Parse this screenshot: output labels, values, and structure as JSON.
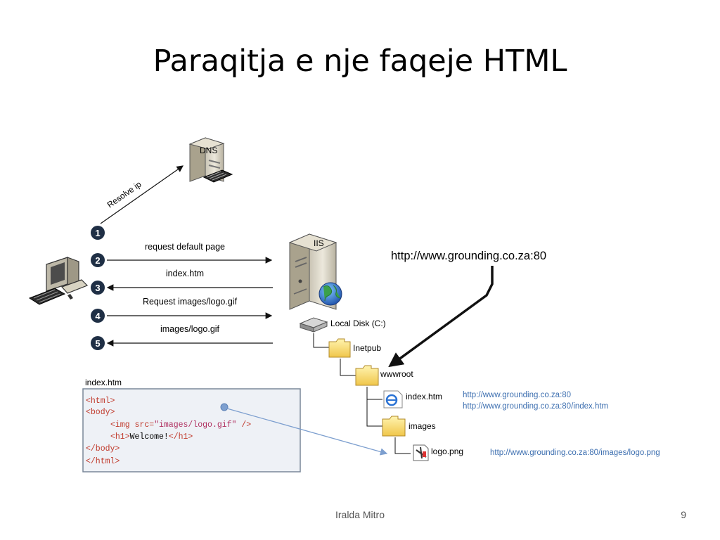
{
  "slide": {
    "title": "Paraqitja e nje faqeje HTML",
    "author": "Iralda Mitro",
    "page_number": "9"
  },
  "dns": {
    "label": "DNS",
    "arrow_label": "Resolve ip"
  },
  "iis": {
    "label": "IIS"
  },
  "steps": [
    {
      "number": "1",
      "label": ""
    },
    {
      "number": "2",
      "label": "request default page"
    },
    {
      "number": "3",
      "label": "index.htm"
    },
    {
      "number": "4",
      "label": "Request images/logo.gif"
    },
    {
      "number": "5",
      "label": "images/logo.gif"
    }
  ],
  "address_url": "http://www.grounding.co.za:80",
  "tree": {
    "disk": "Local Disk (C:)",
    "inetpub": "Inetpub",
    "wwwroot": "wwwroot",
    "index": "index.htm",
    "images": "images",
    "logo": "logo.png"
  },
  "urls": {
    "index_1": "http://www.grounding.co.za:80",
    "index_2": "http://www.grounding.co.za:80/index.htm",
    "logo": "http://www.grounding.co.za:80/images/logo.png"
  },
  "code_panel": {
    "filename": "index.htm",
    "lines": {
      "l1": "<html>",
      "l2": "<body>",
      "l3_tag": "<img ",
      "l3_attr": "src=",
      "l3_val": "\"images/logo.gif\"",
      "l3_end": " />",
      "l4_open": "<h1>",
      "l4_text": "Welcome!",
      "l4_close": "</h1>",
      "l5": "</body>",
      "l6": "</html>"
    }
  }
}
